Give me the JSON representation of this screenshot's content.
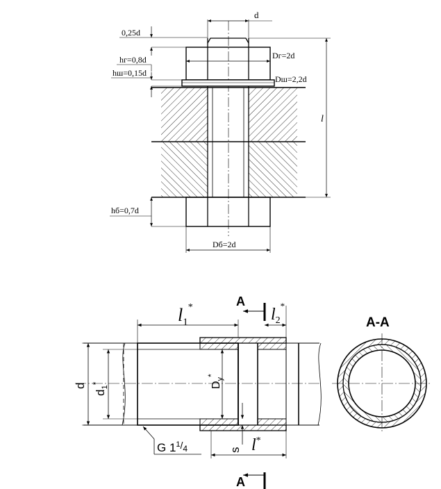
{
  "top_drawing": {
    "labels": {
      "d": "d",
      "nut_top_offset": "0,25d",
      "nut_height": "hг=0,8d",
      "washer_height": "hш=0,15d",
      "nut_diameter": "Dг=2d",
      "washer_diameter": "Dш=2,2d",
      "length": "l",
      "head_height": "hб=0,7d",
      "head_diameter": "Dб=2d"
    }
  },
  "bottom_drawing": {
    "labels": {
      "l1": "l",
      "l1_sub": "1",
      "l1_star": "*",
      "l2": "l",
      "l2_sub": "2",
      "l2_star": "*",
      "section_mark_top": "A",
      "section_mark_bottom": "A",
      "section_title": "A-A",
      "d": "d",
      "d1": "d",
      "d1_sub": "1",
      "d1_star": "*",
      "dy": "D",
      "dy_sub": "y",
      "dy_star": "*",
      "s": "s",
      "l": "l",
      "l_star": "*",
      "thread": "G 1",
      "thread_frac_num": "1",
      "thread_frac_den": "4"
    }
  }
}
